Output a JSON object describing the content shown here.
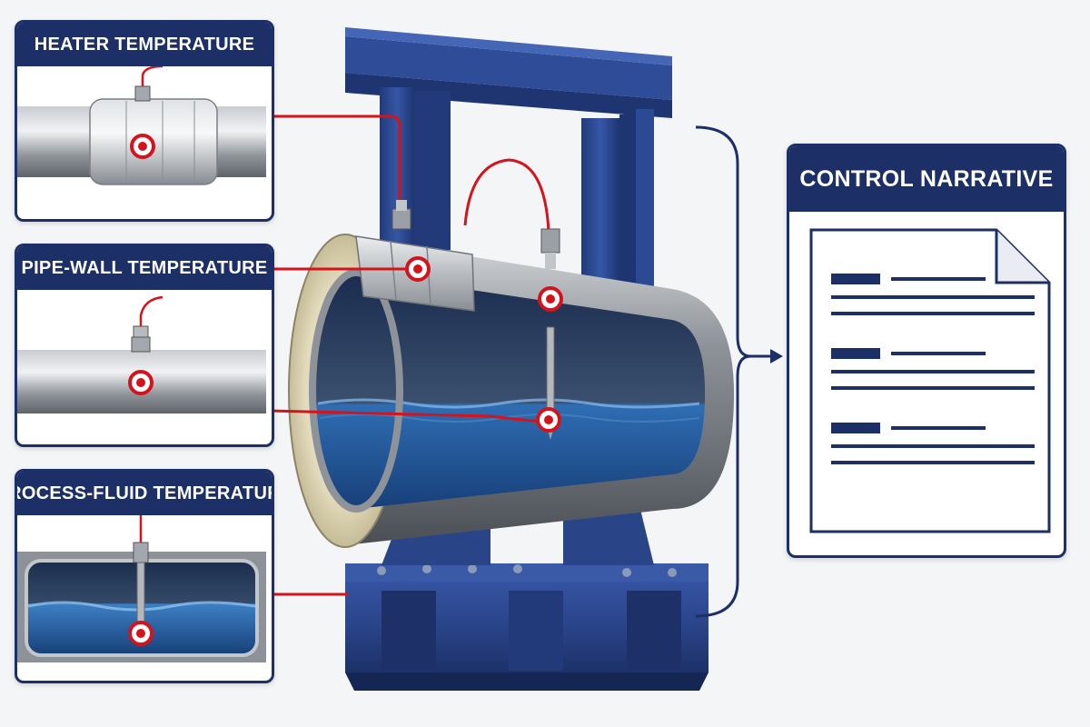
{
  "panels": {
    "heater": {
      "title": "HEATER TEMPERATURE"
    },
    "pipe_wall": {
      "title": "PIPE-WALL TEMPERATURE"
    },
    "process_fluid": {
      "title": "PROCESS-FLUID TEMPERATURE"
    }
  },
  "narrative": {
    "title": "CONTROL NARRATIVE"
  },
  "colors": {
    "navy": "#1c2f66",
    "steel_blue": "#2b4a93",
    "sensor_red": "#d3141c",
    "fluid_blue": "#2a5fa3",
    "pipe_gray": "#a9adb3",
    "insulation": "#d8cfae"
  },
  "icons": [
    "temperature-sensor-icon",
    "sensor-target-icon",
    "arrow-right-icon",
    "document-icon"
  ]
}
